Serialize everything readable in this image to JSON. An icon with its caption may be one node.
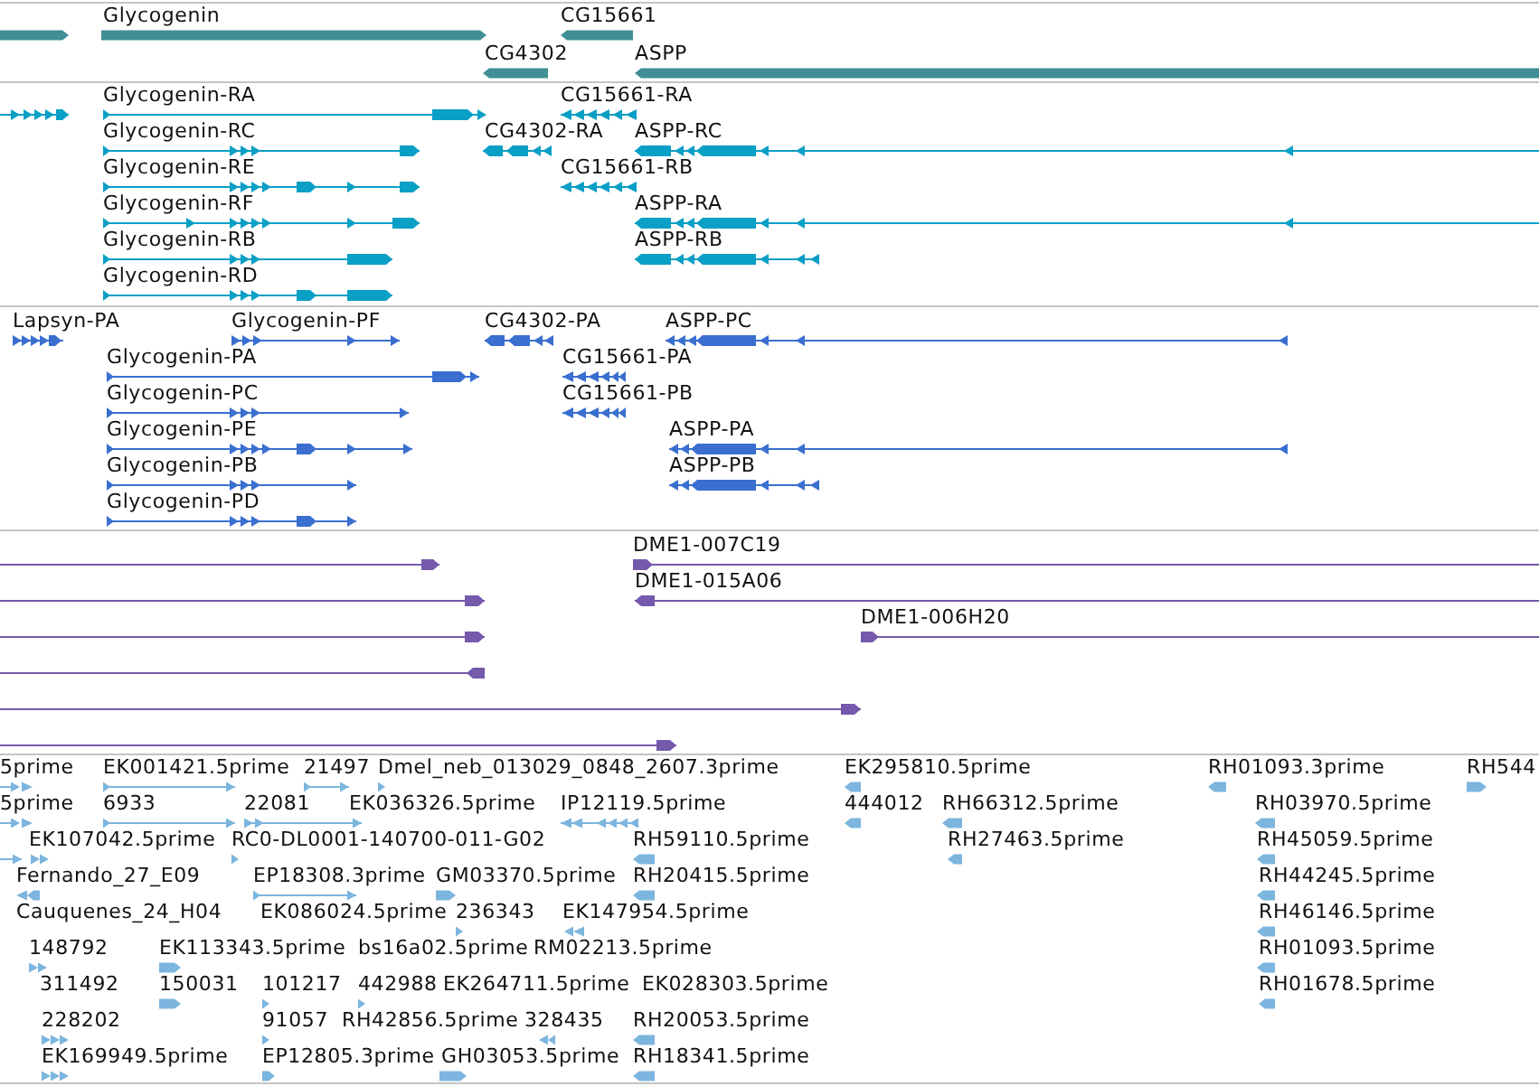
{
  "diagram": {
    "labels": [
      "Glycogenin",
      "CG15661",
      "CG4302",
      "ASPP",
      "Glycogenin-RA",
      "CG15661-RA",
      "Glycogenin-RC",
      "CG4302-RA",
      "ASPP-RC",
      "Glycogenin-RE",
      "CG15661-RB",
      "Glycogenin-RF",
      "ASPP-RA",
      "Glycogenin-RB",
      "ASPP-RB",
      "Glycogenin-RD",
      "Lapsyn-PA",
      "Glycogenin-PF",
      "CG4302-PA",
      "ASPP-PC",
      "Glycogenin-PA",
      "CG15661-PA",
      "Glycogenin-PC",
      "CG15661-PB",
      "Glycogenin-PE",
      "ASPP-PA",
      "Glycogenin-PB",
      "ASPP-PB",
      "Glycogenin-PD",
      "DME1-007C19",
      "DME1-015A06",
      "DME1-006H20",
      "5prime",
      "EK001421.5prime",
      "21497",
      "Dmel_neb_013029_0848_2607.3prime",
      "EK295810.5prime",
      "RH01093.3prime",
      "RH544",
      "5prime",
      "6933",
      "22081",
      "EK036326.5prime",
      "IP12119.5prime",
      "444012",
      "RH66312.5prime",
      "RH03970.5prime",
      "EK107042.5prime",
      "RC0-DL0001-140700-011-G02",
      "RH59110.5prime",
      "RH27463.5prime",
      "RH45059.5prime",
      "Fernando_27_E09",
      "EP18308.3prime",
      "GM03370.5prime",
      "RH20415.5prime",
      "RH44245.5prime",
      "Cauquenes_24_H04",
      "EK086024.5prime",
      "236343",
      "EK147954.5prime",
      "RH46146.5prime",
      "148792",
      "EK113343.5prime",
      "bs16a02.5prime",
      "RM02213.5prime",
      "RH01093.5prime",
      "311492",
      "150031",
      "101217",
      "442988",
      "EK264711.5prime",
      "EK028303.5prime",
      "RH01678.5prime",
      "228202",
      "91057",
      "RH42856.5prime",
      "328435",
      "RH20053.5prime",
      "EK169949.5prime",
      "EP12805.3prime",
      "GH03053.5prime",
      "RH18341.5prime"
    ]
  }
}
